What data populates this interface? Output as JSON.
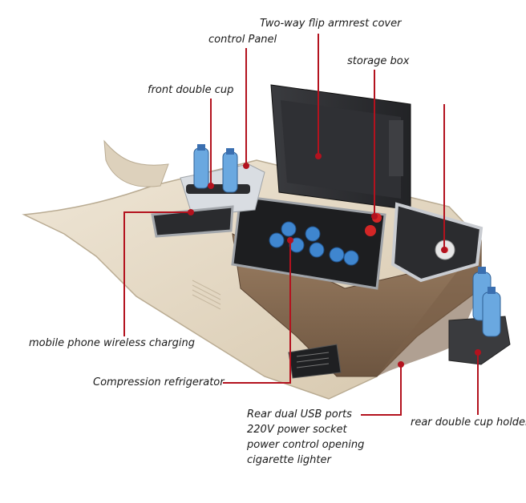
{
  "labels": {
    "flip_armrest_cover": "Two-way flip armrest cover",
    "control_panel": "control Panel",
    "storage_box": "storage box",
    "front_double_cup": "front double cup",
    "wireless_charging": "mobile phone wireless charging",
    "compression_refrigerator": "Compression refrigerator",
    "rear_features": [
      "Rear dual USB ports",
      "220V power socket",
      "power control opening",
      "cigarette lighter"
    ],
    "rear_double_cup_holder": "rear double cup holder"
  },
  "colors": {
    "leader_line": "#b3121e",
    "console_beige": "#e4d9c6",
    "console_wood": "#8a6e55",
    "lid_dark": "#2c2d30",
    "chrome": "#c9ccd1",
    "bottle_blue": "#3f86cf"
  }
}
